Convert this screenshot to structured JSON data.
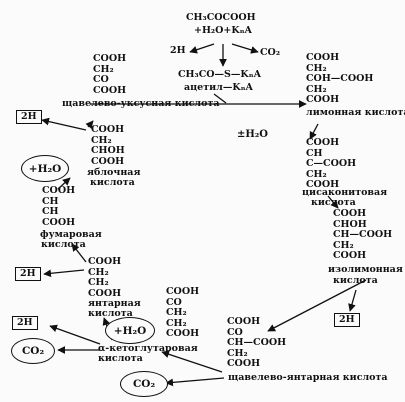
{
  "top": {
    "substrate": "CH₃COCOOH",
    "reagents": "+H₂O+KₙA",
    "out_2h": "2H",
    "out_co2": "CO₂",
    "acetyl_formula": "CH₃CO—S—KₙA",
    "acetyl_name": "ацетил—KₙA"
  },
  "oxaloacetate": {
    "lines": [
      "COOH",
      "CH₂",
      "CO",
      "COOH"
    ],
    "label": "щавелево-уксусная кислота"
  },
  "citrate": {
    "lines": [
      "COOH",
      "CH₂",
      "COH—COOH",
      "CH₂",
      "COOH"
    ],
    "label": "лимонная кислота"
  },
  "center_label": "±H₂O",
  "malate": {
    "lines": [
      "COOH",
      "CH₂",
      "CHOH",
      "COOH"
    ],
    "label_line1": "яблочная",
    "label_line2": "кислота"
  },
  "cis_aconitate": {
    "lines": [
      "COOH",
      "CH",
      "C—COOH",
      "CH₂",
      "COOH"
    ],
    "label_line1": "цисаконитовая",
    "label_line2": "кислота"
  },
  "fumarate": {
    "lines": [
      "COOH",
      "CH",
      "CH",
      "COOH"
    ],
    "label_line1": "фумаровая",
    "label_line2": "кислота"
  },
  "isocitrate": {
    "lines": [
      "COOH",
      "CHOH",
      "CH—COOH",
      "CH₂",
      "COOH"
    ],
    "label_line1": "изолимонная",
    "label_line2": "кислота"
  },
  "succinate": {
    "lines": [
      "COOH",
      "CH₂",
      "CH₂",
      "COOH"
    ],
    "label_line1": "янтарная",
    "label_line2": "кислота"
  },
  "alpha_ketoglutarate": {
    "lines": [
      "COOH",
      "CO",
      "CH₂",
      "CH₂",
      "COOH"
    ],
    "label_line1": "α-кетоглутаровая",
    "label_line2": "кислота"
  },
  "oxalosuccinate": {
    "lines": [
      "COOH",
      "CO",
      "CH—COOH",
      "CH₂",
      "COOH"
    ],
    "label": "щавелево-янтарная кислота"
  },
  "side": {
    "h2o": "+H₂O",
    "two_h": "2H",
    "co2": "CO₂"
  }
}
